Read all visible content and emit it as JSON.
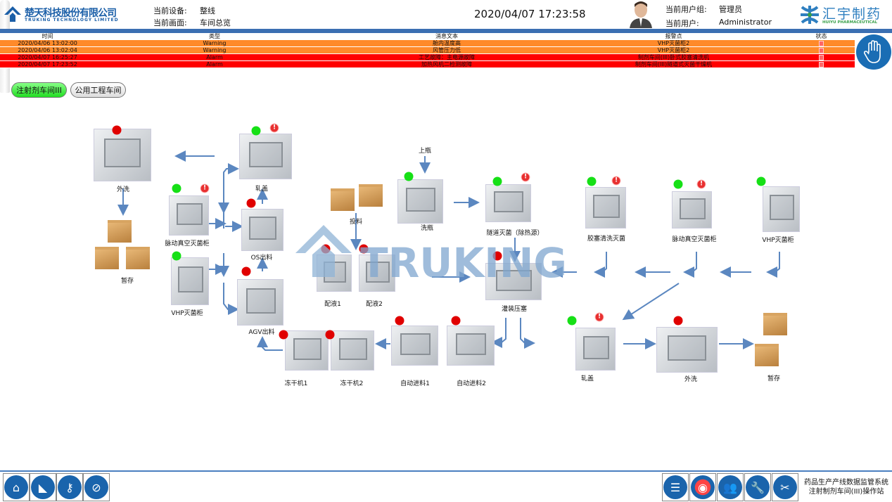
{
  "header": {
    "company_cn": "楚天科技股份有限公司",
    "company_en": "TRUKING TECHNOLOGY LIMITED",
    "device_label": "当前设备:",
    "device_value": "整线",
    "screen_label": "当前画面:",
    "screen_value": "车间总览",
    "datetime": "2020/04/07 17:23:58",
    "usergroup_label": "当前用户组:",
    "usergroup_value": "管理员",
    "user_label": "当前用户:",
    "user_value": "Administrator",
    "client_cn": "汇宇制药",
    "client_en": "HUIYU PHARMACEUTICAL"
  },
  "alarm_table": {
    "columns": [
      "时间",
      "类型",
      "消息文本",
      "报警点",
      "状态"
    ],
    "colors": {
      "Warning": "#ff8a2a",
      "Alarm": "#ff0000"
    },
    "rows": [
      {
        "time": "2020/04/06 13:02:00",
        "type": "Warning",
        "message": "舱内温度高",
        "point": "VHP灭菌柜2"
      },
      {
        "time": "2020/04/06 13:02:04",
        "type": "Warning",
        "message": "风管压力低",
        "point": "VHP灭菌柜2"
      },
      {
        "time": "2020/04/07 16:25:27",
        "type": "Alarm",
        "message": "工艺故障：主电源故障",
        "point": "制剂车间(III)卧式胶塞清洗机"
      },
      {
        "time": "2020/04/07 17:23:52",
        "type": "Alarm",
        "message": "加热风机二检测故障",
        "point": "制剂车间(III)隧道式灭菌干燥机"
      }
    ]
  },
  "tabs": [
    {
      "label": "注射剂车间III",
      "active": true
    },
    {
      "label": "公用工程车间",
      "active": false
    }
  ],
  "watermark": "TRUKING",
  "status_colors": {
    "running": "#16e016",
    "stopped": "#e00000"
  },
  "nodes": [
    {
      "label": "外洗",
      "kind": "machine",
      "status": "stopped",
      "alarm": false
    },
    {
      "label": "暂存",
      "kind": "boxes",
      "status": null,
      "alarm": false
    },
    {
      "label": "轧盖",
      "kind": "machine",
      "status": "running",
      "alarm": true
    },
    {
      "label": "脉动真空灭菌柜",
      "kind": "machine",
      "status": "running",
      "alarm": true
    },
    {
      "label": "VHP灭菌柜",
      "kind": "machine",
      "status": "running",
      "alarm": false
    },
    {
      "label": "OS出料",
      "kind": "machine",
      "status": "stopped",
      "alarm": false
    },
    {
      "label": "AGV出料",
      "kind": "machine",
      "status": "stopped",
      "alarm": false
    },
    {
      "label": "投料",
      "kind": "boxes",
      "status": null,
      "alarm": false
    },
    {
      "label": "配液1",
      "kind": "machine",
      "status": "stopped",
      "alarm": false
    },
    {
      "label": "配液2",
      "kind": "machine",
      "status": "stopped",
      "alarm": false
    },
    {
      "label": "上瓶",
      "kind": "bottles",
      "status": null,
      "alarm": false
    },
    {
      "label": "洗瓶",
      "kind": "machine",
      "status": "running",
      "alarm": false
    },
    {
      "label": "隧道灭菌（除热源）",
      "kind": "machine",
      "status": "running",
      "alarm": true
    },
    {
      "label": "胶塞清洗灭菌",
      "kind": "machine",
      "status": "running",
      "alarm": true
    },
    {
      "label": "脉动真空灭菌柜",
      "kind": "machine",
      "status": "running",
      "alarm": true
    },
    {
      "label": "VHP灭菌柜",
      "kind": "machine",
      "status": "running",
      "alarm": false
    },
    {
      "label": "灌装压塞",
      "kind": "machine",
      "status": "stopped",
      "alarm": false
    },
    {
      "label": "自动进料1",
      "kind": "machine",
      "status": "stopped",
      "alarm": false
    },
    {
      "label": "自动进料2",
      "kind": "machine",
      "status": "stopped",
      "alarm": false
    },
    {
      "label": "冻干机1",
      "kind": "machine",
      "status": "stopped",
      "alarm": false
    },
    {
      "label": "冻干机2",
      "kind": "machine",
      "status": "stopped",
      "alarm": false
    },
    {
      "label": "轧盖",
      "kind": "machine",
      "status": "running",
      "alarm": true
    },
    {
      "label": "外洗",
      "kind": "machine",
      "status": "stopped",
      "alarm": false
    },
    {
      "label": "暂存",
      "kind": "boxes",
      "status": null,
      "alarm": false
    }
  ],
  "footer": {
    "left_buttons": [
      "home-icon",
      "satellite-icon",
      "key-icon",
      "key-disabled-icon"
    ],
    "right_buttons": [
      "alarm-list-icon",
      "alarm-bell-icon",
      "users-icon",
      "tools-icon",
      "scissors-icon"
    ],
    "system_title": "药品生产产线数据监管系统",
    "station": "注射制剂车间(III)操作站"
  }
}
